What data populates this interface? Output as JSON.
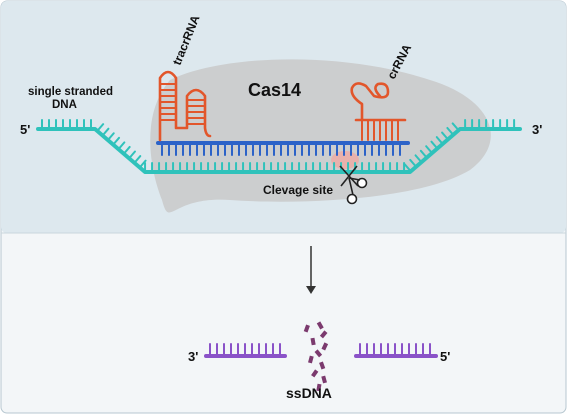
{
  "labels": {
    "ss_dna_line1": "single stranded",
    "ss_dna_line2": "DNA",
    "five_prime_left": "5'",
    "three_prime_right": "3'",
    "tracrrna": "tracrRNA",
    "cas14": "Cas14",
    "crrna": "crRNA",
    "cleavage_site": "Clevage site",
    "product_three_prime": "3'",
    "product_five_prime": "5'",
    "ssdna": "ssDNA"
  },
  "colors": {
    "upper_panel": "#dde8ee",
    "lower_panel": "#f3f6f8",
    "border": "#b7c7d0",
    "cas14_body": "#c9c9c9",
    "dna_teal": "#2fc2bb",
    "guide_blue": "#2c63c8",
    "rna_orange": "#e2562b",
    "product_purple": "#8a52c8",
    "fragment_magenta": "#7b3a6e",
    "cleave_highlight": "#f2a7a0"
  },
  "icons": {
    "scissors": "scissors-icon",
    "arrow": "down-arrow-icon"
  }
}
